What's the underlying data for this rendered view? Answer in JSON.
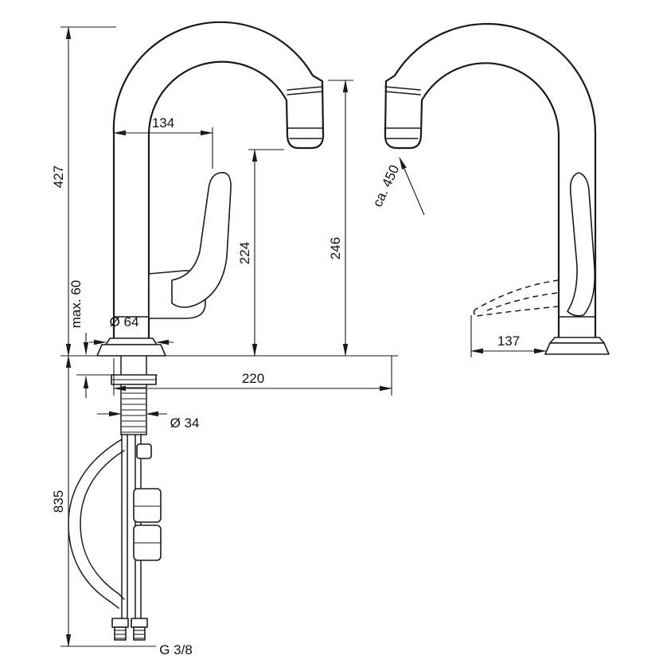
{
  "canvas": {
    "background": "#ffffff",
    "line_color": "#1a1a1a"
  },
  "front_view": {
    "dims": {
      "total_height": "427",
      "handle_offset": "134",
      "max_mount_thickness": "max. 60",
      "base_diameter": "Ø 64",
      "outlet_height": "224",
      "swivel_height": "246",
      "reach": "220",
      "shank_diameter": "Ø 34",
      "hose_length": "835",
      "thread_size": "G 3/8"
    }
  },
  "side_view": {
    "dims": {
      "pullout_length": "ca. 450",
      "base_depth": "137"
    }
  }
}
